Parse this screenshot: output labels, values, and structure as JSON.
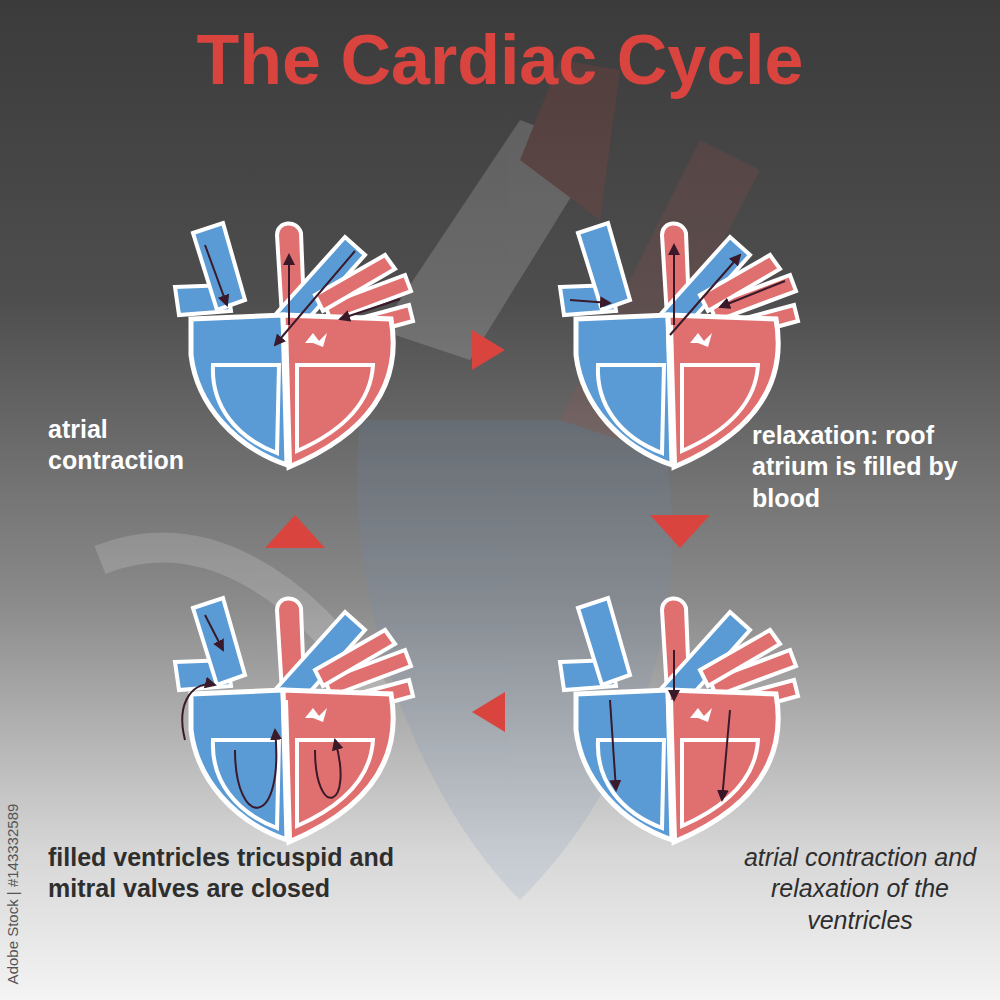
{
  "diagram": {
    "title": "The Cardiac Cycle",
    "labels": [
      "atrial contraction",
      "relaxation: roof atrium is filled by blood",
      "filled ventricles tricuspid and mitral valves are closed",
      "atrial contraction and relaxation of the ventricles",
      "Adobe Stock | #143332589"
    ]
  }
}
